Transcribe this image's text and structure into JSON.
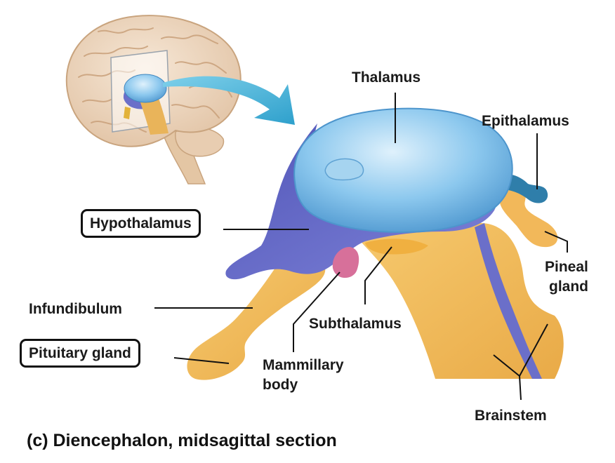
{
  "labels": {
    "thalamus": "Thalamus",
    "epithalamus": "Epithalamus",
    "hypothalamus": "Hypothalamus",
    "pineal_line1": "Pineal",
    "pineal_line2": "gland",
    "infundibulum": "Infundibulum",
    "subthalamus": "Subthalamus",
    "pituitary": "Pituitary gland",
    "mammillary_line1": "Mammillary",
    "mammillary_line2": "body",
    "brainstem": "Brainstem"
  },
  "caption": "(c) Diencephalon, midsagittal section",
  "colors": {
    "thalamus": "#6fb6e6",
    "hypothalamus": "#6b6fc9",
    "brainstem": "#f0b95a",
    "epithalamus": "#2f7eaa",
    "mammillary": "#d7709a",
    "arrow": "#3aaed3",
    "brain": "#eed9c4"
  }
}
